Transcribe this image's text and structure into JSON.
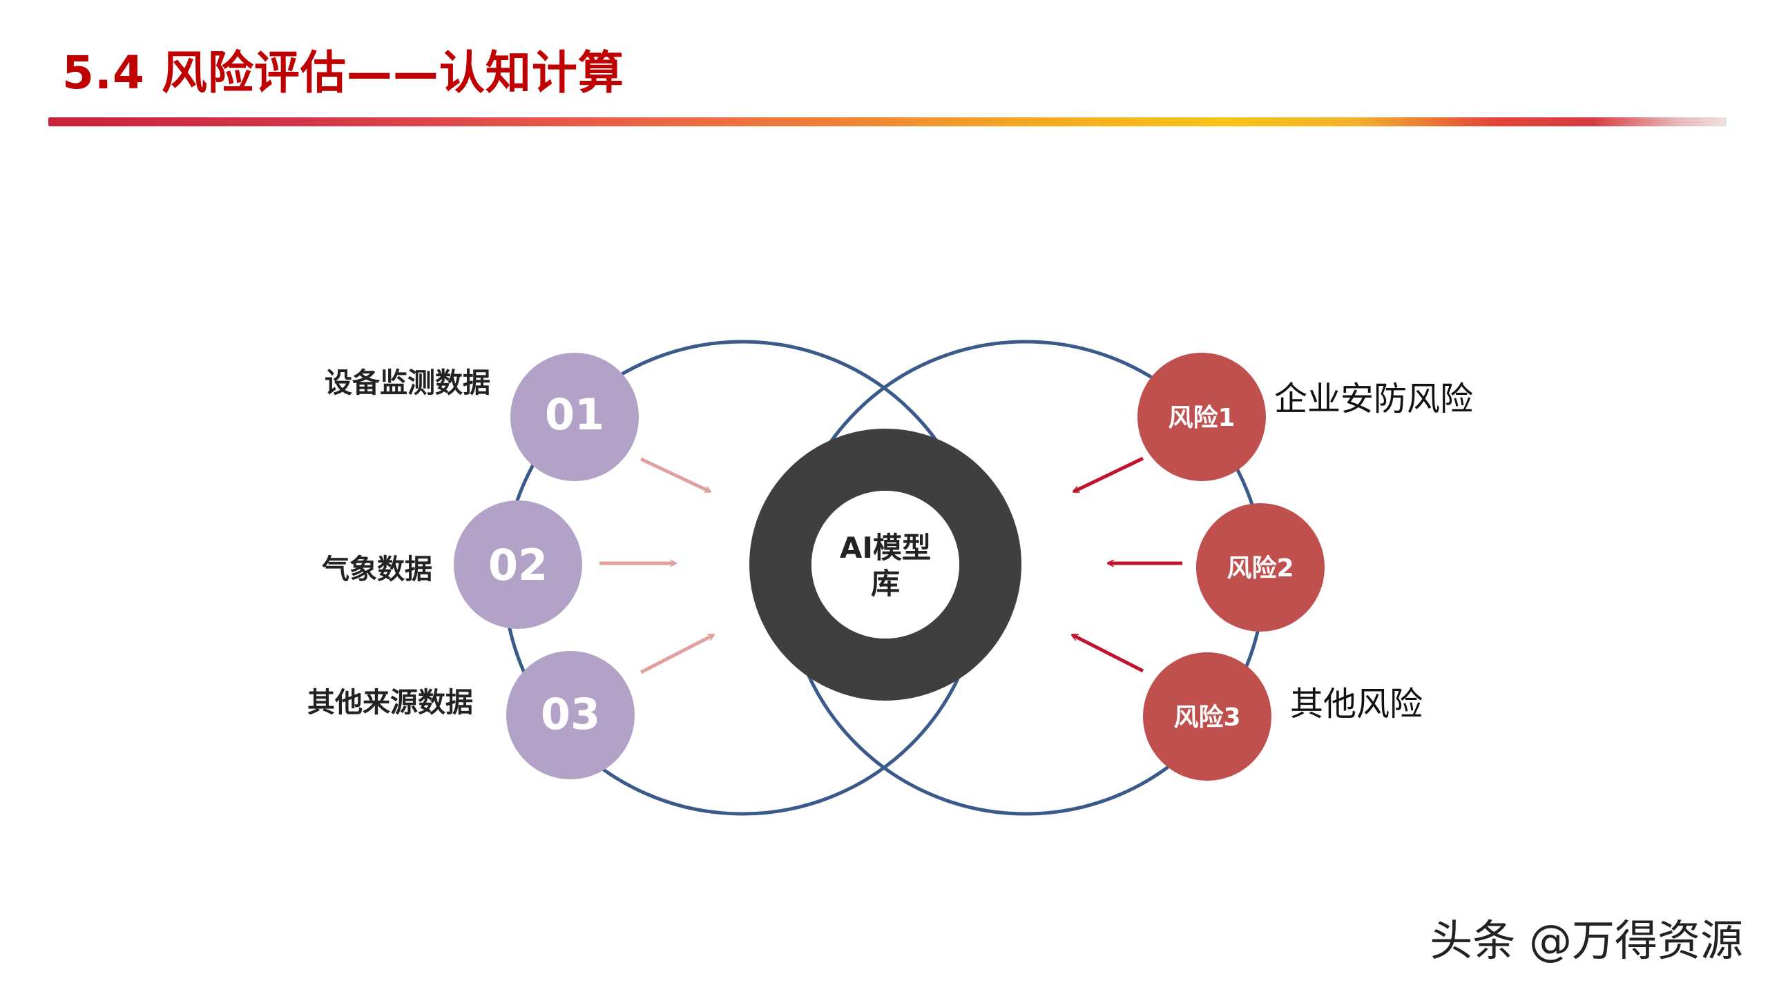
{
  "title": "5.4 风险评估——认知计算",
  "center": {
    "label_line1": "AI模型",
    "label_line2": "库"
  },
  "inputs": [
    {
      "number": "01",
      "label": "设备监测数据"
    },
    {
      "number": "02",
      "label": "气象数据"
    },
    {
      "number": "03",
      "label": "其他来源数据"
    }
  ],
  "risks": [
    {
      "name": "风险1",
      "label": "企业安防风险"
    },
    {
      "name": "风险2",
      "label": ""
    },
    {
      "name": "风险3",
      "label": "其他风险"
    }
  ],
  "watermark": "头条 @万得资源",
  "colors": {
    "title": "#c00000",
    "venn_outline": "#3a5a8a",
    "input_node": "#b3a2c7",
    "input_arrow": "#e0a0a0",
    "risk_node": "#c0504d",
    "risk_arrow": "#c0142a",
    "center_ring": "#3f3f3f"
  }
}
